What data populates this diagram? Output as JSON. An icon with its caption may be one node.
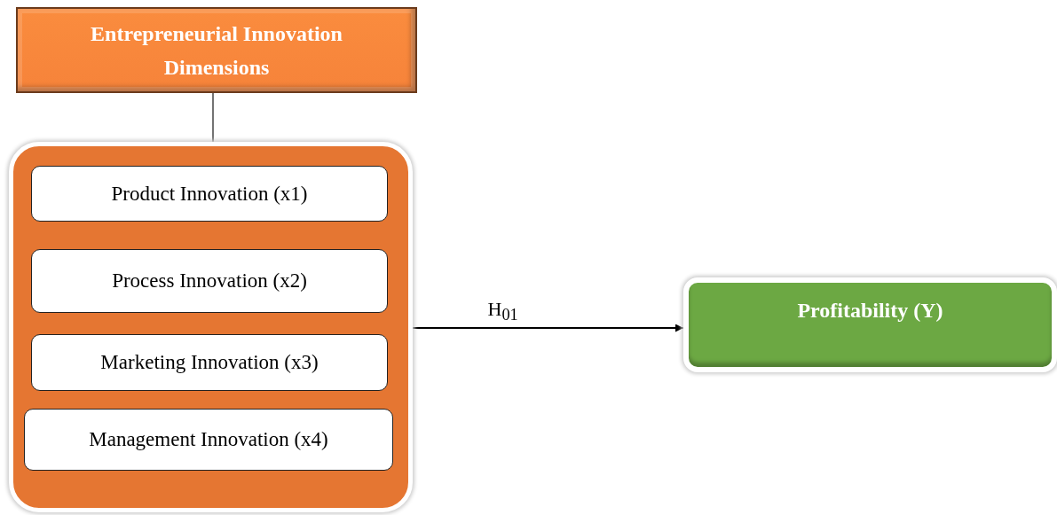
{
  "diagram": {
    "nodes": [
      {
        "text": [
          "Entrepreneurial Innovation Dimensions"
        ]
      },
      {
        "text": [],
        "shape": "box"
      },
      {
        "text": [
          "Product Innovation (x1)"
        ],
        "in": 1
      },
      {
        "text": [
          "Process Innovation (x2)"
        ],
        "in": 1
      },
      {
        "text": [
          "Marketing Innovation (x3)"
        ],
        "in": 1
      },
      {
        "text": [
          "Management Innovation (x4)"
        ],
        "in": 1
      },
      {
        "text": [
          "Profitability (Y)"
        ]
      }
    ],
    "edges": [
      {
        "from": 0,
        "to": 1,
        "arrow": "none"
      },
      {
        "from": 1,
        "to": 6,
        "arrow": "to",
        "label": "H$_{01}$"
      }
    ]
  }
}
